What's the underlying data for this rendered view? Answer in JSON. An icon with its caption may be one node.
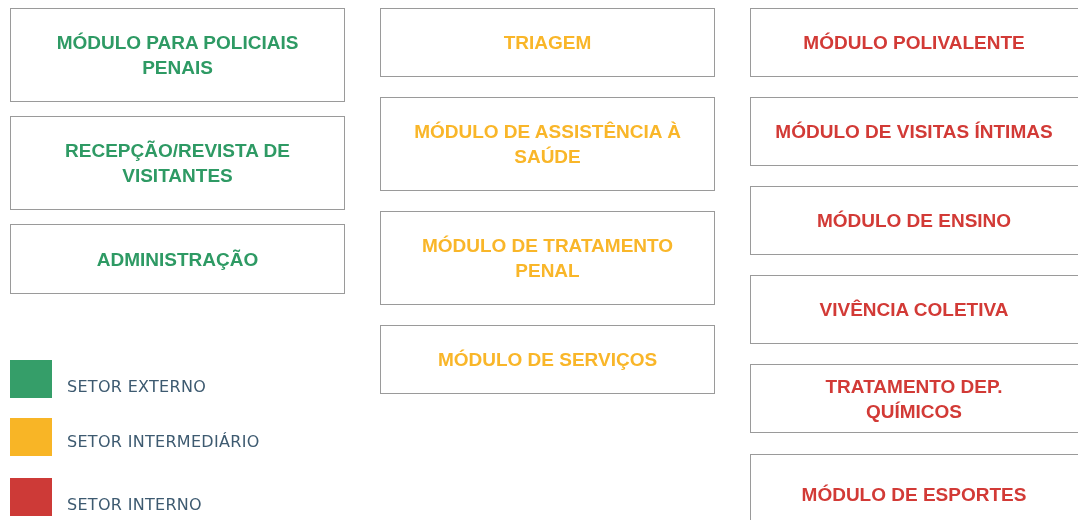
{
  "diagram": {
    "nodes": [
      {
        "text": [
          "MÓDULO PARA POLICIAIS PENAIS"
        ]
      },
      {
        "text": [
          "RECEPÇÃO/REVISTA DE VISITANTES"
        ]
      },
      {
        "text": [
          "ADMINISTRAÇÃO"
        ]
      },
      {
        "text": [
          "TRIAGEM"
        ]
      },
      {
        "text": [
          "MÓDULO DE ASSISTÊNCIA À SAÚDE"
        ]
      },
      {
        "text": [
          "MÓDULO DE TRATAMENTO PENAL"
        ]
      },
      {
        "text": [
          "MÓDULO DE SERVIÇOS"
        ]
      },
      {
        "text": [
          "MÓDULO POLIVALENTE"
        ]
      },
      {
        "text": [
          "MÓDULO DE VISITAS ÍNTIMAS"
        ]
      },
      {
        "text": [
          "MÓDULO DE ENSINO"
        ]
      },
      {
        "text": [
          "VIVÊNCIA COLETIVA"
        ]
      },
      {
        "text": [
          "TRATAMENTO DEP. QUÍMICOS"
        ]
      },
      {
        "text": [
          "MÓDULO DE ESPORTES"
        ]
      }
    ],
    "legend": [
      {
        "text": "SETOR EXTERNO",
        "color": "#359e69"
      },
      {
        "text": "SETOR INTERMEDIÁRIO",
        "color": "#f8b526"
      },
      {
        "text": "SETOR INTERNO",
        "color": "#cd3a37"
      }
    ]
  }
}
